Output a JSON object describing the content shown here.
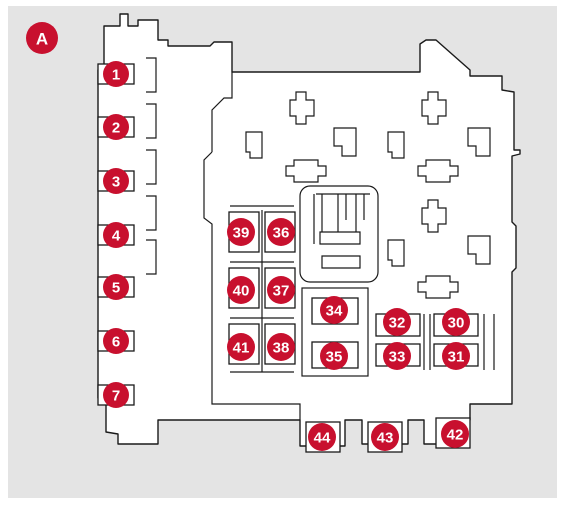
{
  "panel": {
    "label": "A"
  },
  "colors": {
    "background": "#e4e4e4",
    "badge": "#c8102e",
    "badge_text": "#ffffff",
    "line": "#1a1a1a"
  },
  "fuses": [
    {
      "id": "1",
      "label": "1"
    },
    {
      "id": "2",
      "label": "2"
    },
    {
      "id": "3",
      "label": "3"
    },
    {
      "id": "4",
      "label": "4"
    },
    {
      "id": "5",
      "label": "5"
    },
    {
      "id": "6",
      "label": "6"
    },
    {
      "id": "7",
      "label": "7"
    },
    {
      "id": "30",
      "label": "30"
    },
    {
      "id": "31",
      "label": "31"
    },
    {
      "id": "32",
      "label": "32"
    },
    {
      "id": "33",
      "label": "33"
    },
    {
      "id": "34",
      "label": "34"
    },
    {
      "id": "35",
      "label": "35"
    },
    {
      "id": "36",
      "label": "36"
    },
    {
      "id": "37",
      "label": "37"
    },
    {
      "id": "38",
      "label": "38"
    },
    {
      "id": "39",
      "label": "39"
    },
    {
      "id": "40",
      "label": "40"
    },
    {
      "id": "41",
      "label": "41"
    },
    {
      "id": "42",
      "label": "42"
    },
    {
      "id": "43",
      "label": "43"
    },
    {
      "id": "44",
      "label": "44"
    }
  ]
}
